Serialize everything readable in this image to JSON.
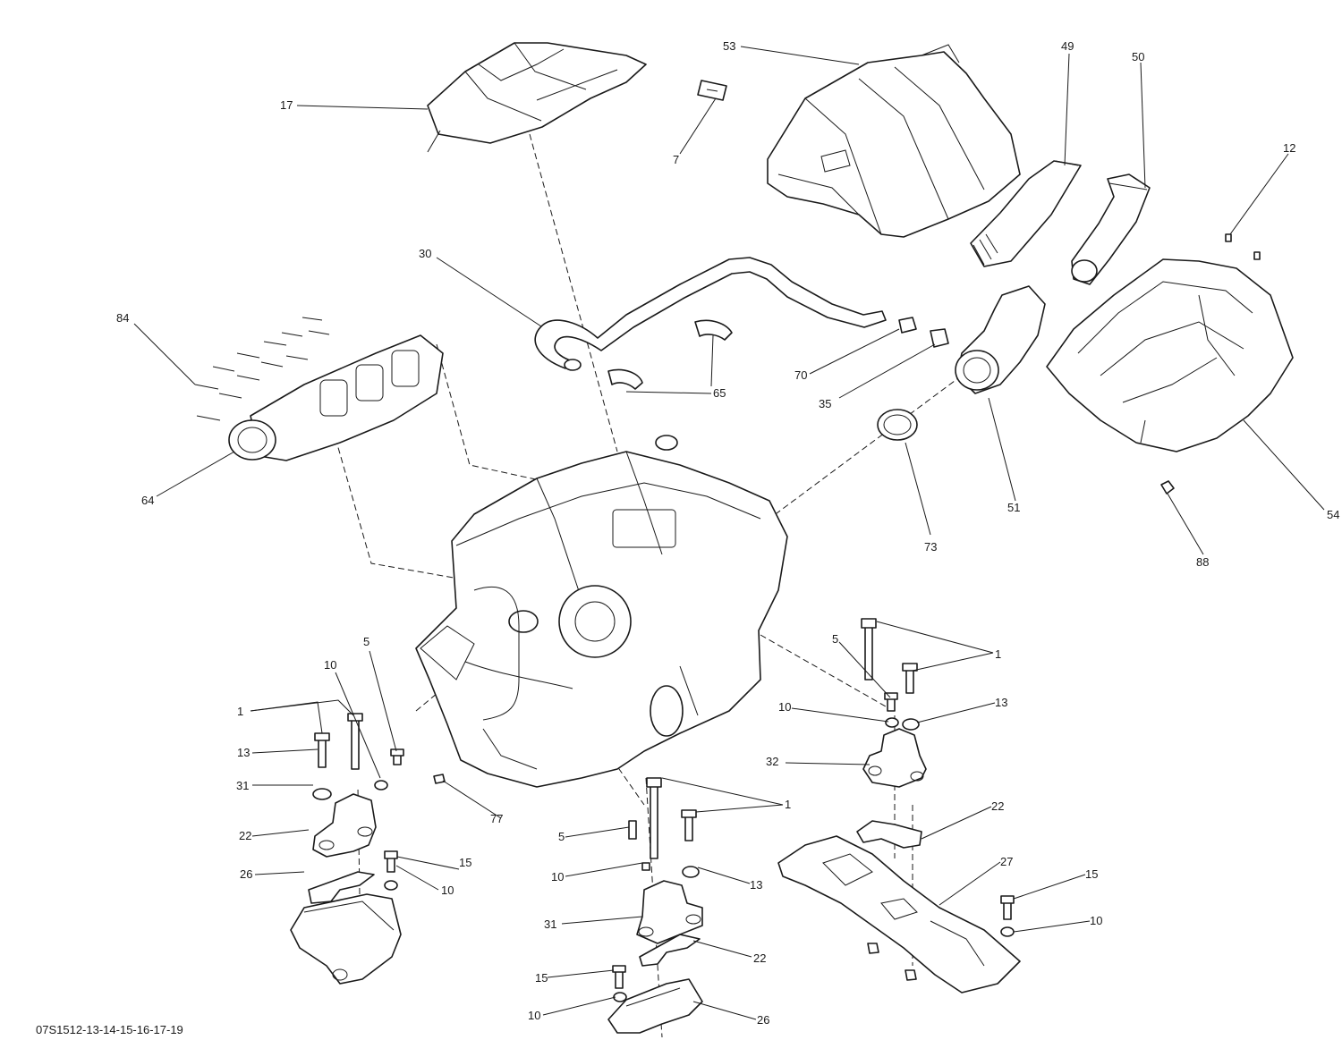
{
  "diagram": {
    "drawing_code": "07S1512-13-14-15-16-17-19",
    "callouts": [
      "53",
      "49",
      "50",
      "17",
      "7",
      "12",
      "30",
      "84",
      "70",
      "35",
      "65",
      "64",
      "51",
      "54",
      "73",
      "88",
      "5",
      "1",
      "10",
      "13",
      "31",
      "22",
      "26",
      "15",
      "77",
      "32",
      "27"
    ]
  },
  "colors": {
    "line": "#1a1a1a",
    "background": "#ffffff"
  }
}
